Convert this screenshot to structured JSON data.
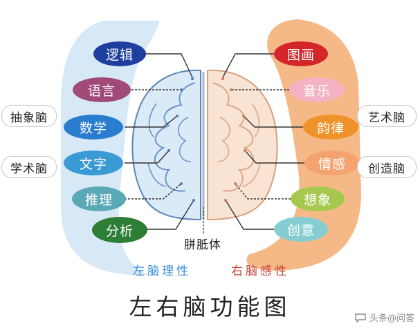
{
  "title": "左右脑功能图",
  "left_brain": {
    "items": [
      {
        "label": "逻辑",
        "color": "#1e3fa0"
      },
      {
        "label": "语言",
        "color": "#a04a78"
      },
      {
        "label": "数学",
        "color": "#2a7ccf"
      },
      {
        "label": "文字",
        "color": "#3a9ad4"
      },
      {
        "label": "推理",
        "color": "#5aa9b7"
      },
      {
        "label": "分析",
        "color": "#2e7d35"
      }
    ],
    "caption": "左脑理性",
    "caption_color": "#3a8ed8",
    "panel_color": "#d7e9f7"
  },
  "right_brain": {
    "items": [
      {
        "label": "图画",
        "color": "#d4262a"
      },
      {
        "label": "音乐",
        "color": "#f3b3c2"
      },
      {
        "label": "韵律",
        "color": "#f0922a"
      },
      {
        "label": "情感",
        "color": "#f5a36e"
      },
      {
        "label": "想象",
        "color": "#a6c84e"
      },
      {
        "label": "创意",
        "color": "#86cdd1"
      }
    ],
    "caption": "右脑感性",
    "caption_color": "#c8453a",
    "panel_color": "#f5b987"
  },
  "left_tags": [
    "抽象脑",
    "学术脑"
  ],
  "right_tags": [
    "艺术脑",
    "创造脑"
  ],
  "corpus_label": "胼胝体",
  "watermark": "头条@问答"
}
